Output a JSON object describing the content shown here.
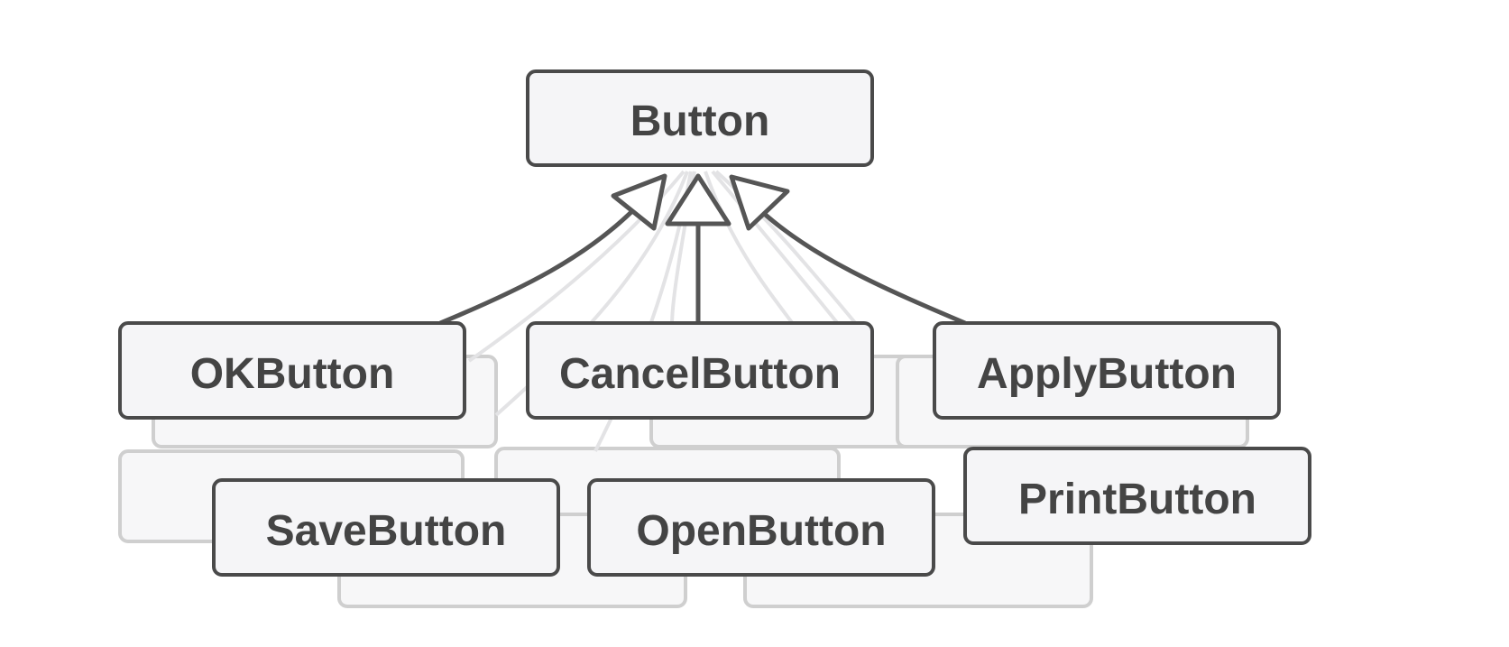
{
  "diagram": {
    "parent": {
      "name": "button-box",
      "label": "Button"
    },
    "primary_children": [
      {
        "name": "ok-button-box",
        "label": "OKButton"
      },
      {
        "name": "cancel-button-box",
        "label": "CancelButton"
      },
      {
        "name": "apply-button-box",
        "label": "ApplyButton"
      }
    ],
    "secondary_children": [
      {
        "name": "save-button-box",
        "label": "SaveButton"
      },
      {
        "name": "open-button-box",
        "label": "OpenButton"
      },
      {
        "name": "print-button-box",
        "label": "PrintButton"
      }
    ],
    "colors": {
      "box_fill": "#f5f5f7",
      "box_stroke": "#4a4a4a",
      "text": "#444444",
      "arrow": "#555555",
      "ghost": "#cfcfcf",
      "ghost_fill": "#f7f7f8"
    }
  }
}
